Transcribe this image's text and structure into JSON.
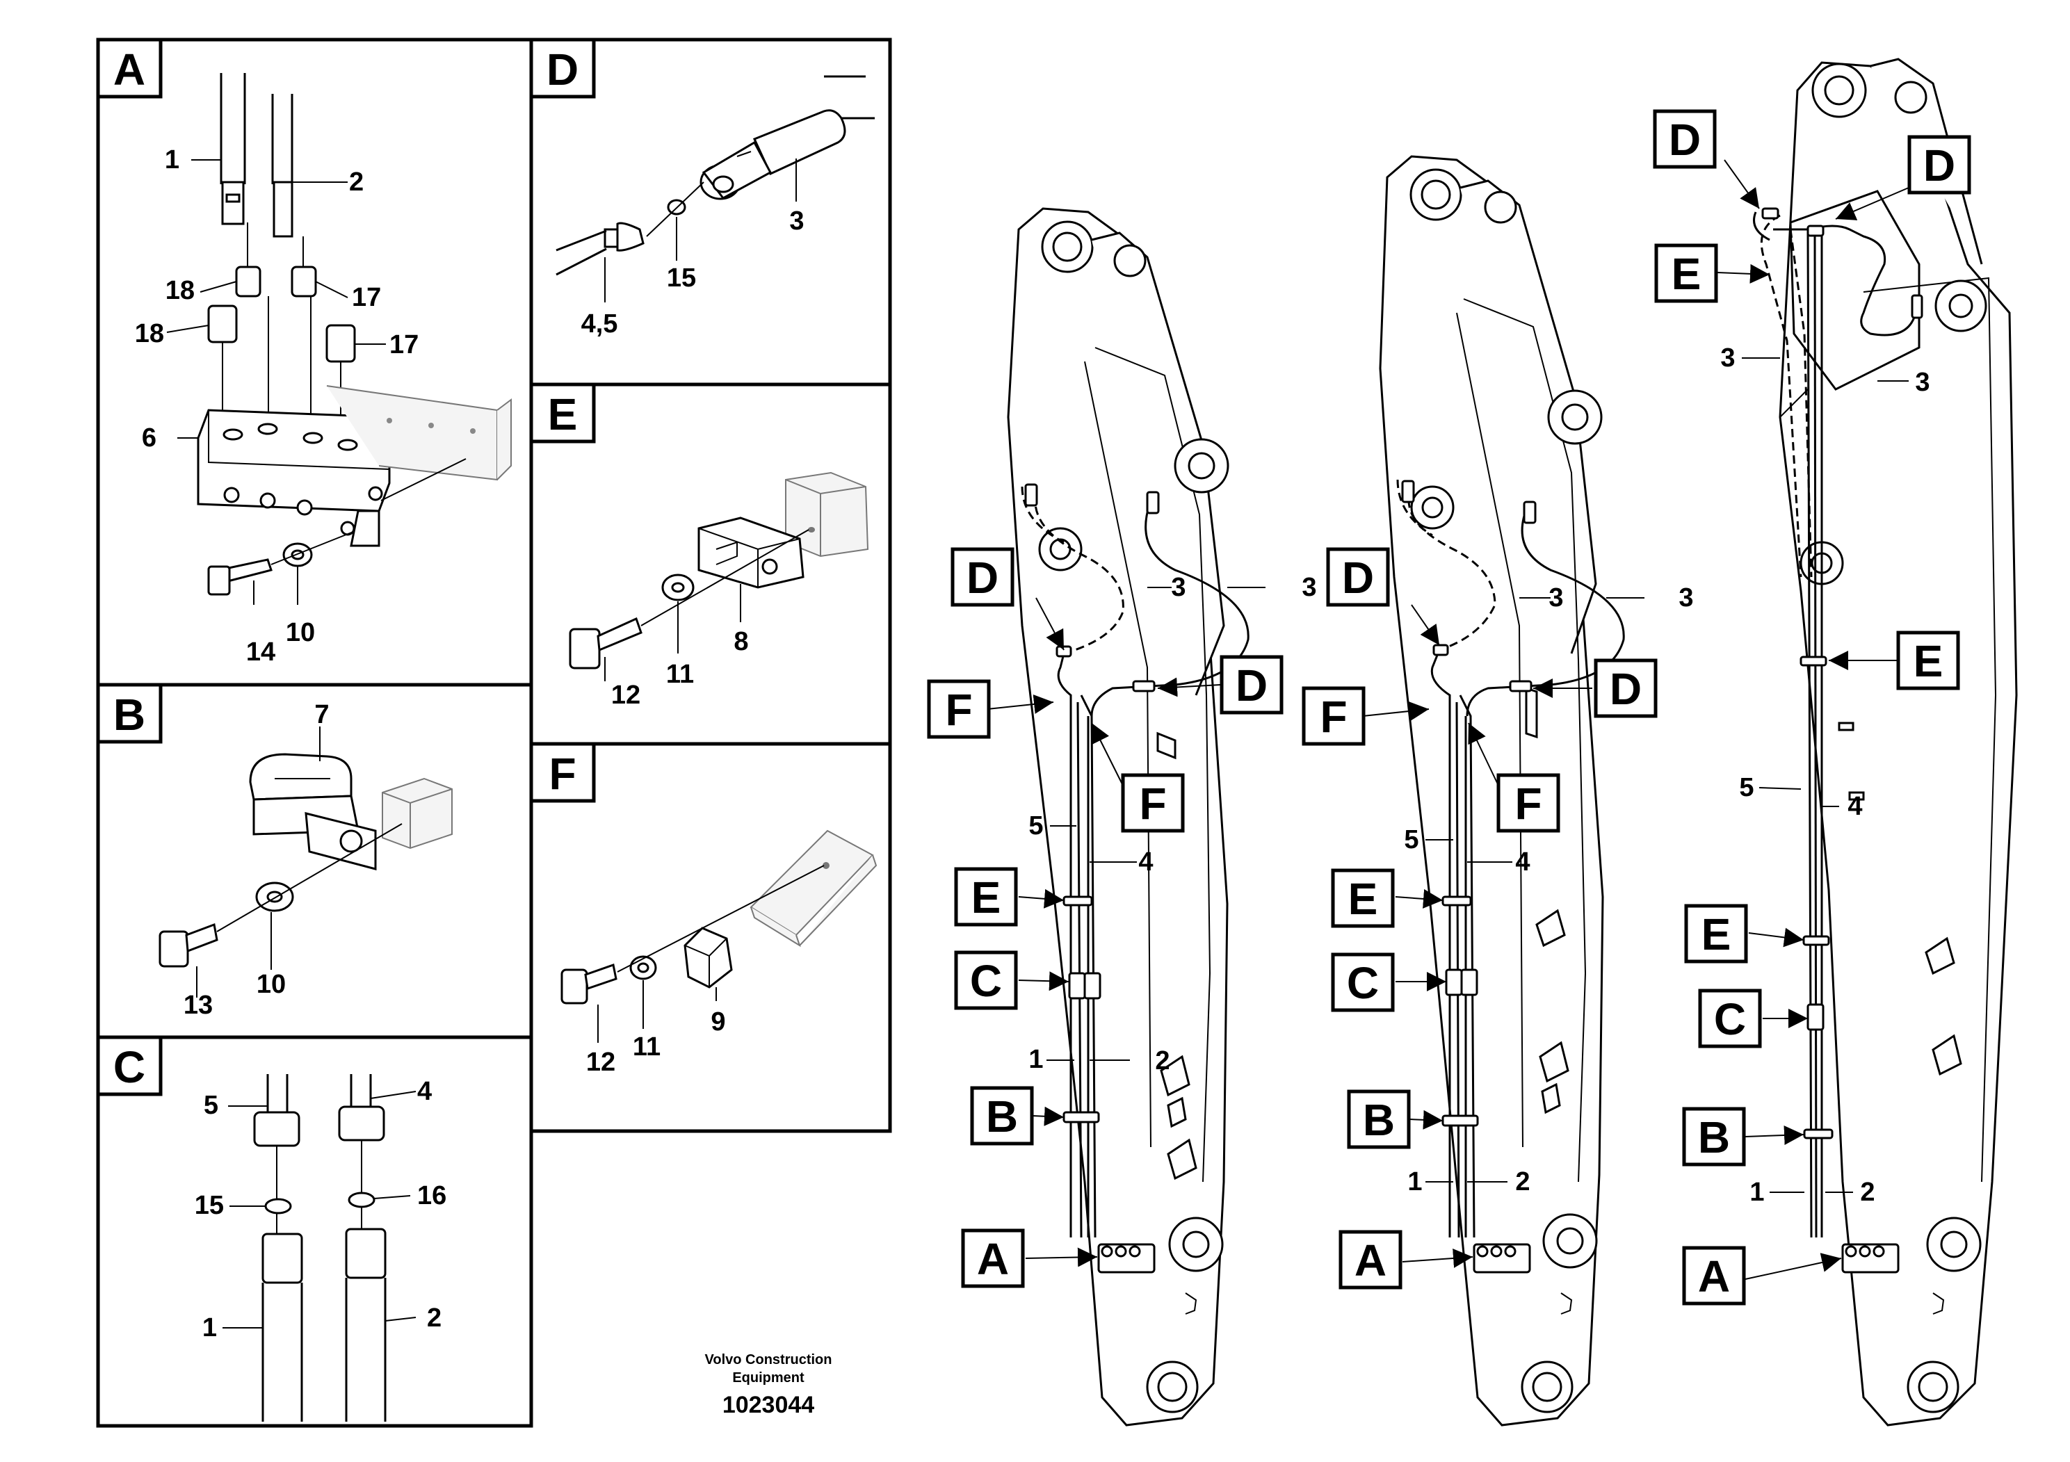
{
  "panels": {
    "a": {
      "letter": "A",
      "callouts": [
        "1",
        "2",
        "18",
        "17",
        "18",
        "17",
        "6",
        "14",
        "10"
      ]
    },
    "b": {
      "letter": "B",
      "callouts": [
        "7",
        "10",
        "13"
      ]
    },
    "c": {
      "letter": "C",
      "callouts": [
        "5",
        "4",
        "15",
        "16",
        "1",
        "2"
      ]
    },
    "d": {
      "letter": "D",
      "callouts": [
        "3",
        "15",
        "4,5"
      ]
    },
    "e": {
      "letter": "E",
      "callouts": [
        "8",
        "12",
        "11"
      ]
    },
    "f": {
      "letter": "F",
      "callouts": [
        "9",
        "12",
        "11"
      ]
    }
  },
  "boom1": {
    "boxes": [
      "D",
      "F",
      "D",
      "F",
      "E",
      "C",
      "B",
      "A"
    ],
    "callouts": [
      "3",
      "3",
      "5",
      "4",
      "1",
      "2"
    ]
  },
  "boom2": {
    "boxes": [
      "D",
      "F",
      "D",
      "F",
      "E",
      "C",
      "B",
      "A"
    ],
    "callouts": [
      "3",
      "3",
      "5",
      "4",
      "1",
      "2"
    ]
  },
  "boom3": {
    "boxes": [
      "D",
      "D",
      "E",
      "E",
      "E",
      "C",
      "B",
      "A"
    ],
    "callouts": [
      "3",
      "3",
      "5",
      "4",
      "1",
      "2"
    ]
  },
  "footer": {
    "line1": "Volvo Construction",
    "line2": "Equipment",
    "code": "1023044"
  }
}
